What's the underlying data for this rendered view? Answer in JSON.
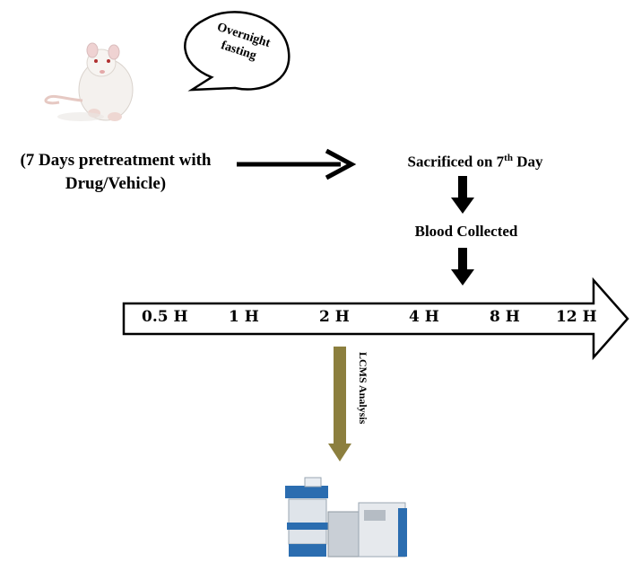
{
  "bubble": {
    "line1": "Overnight",
    "line2": "fasting"
  },
  "pretreatment": {
    "line1": "(7 Days pretreatment with",
    "line2": "Drug/Vehicle)"
  },
  "sacrificed": {
    "text": "Sacrificed on 7",
    "superscript": "th",
    "suffix": " Day"
  },
  "blood": {
    "text": "Blood Collected"
  },
  "timeline": {
    "points": [
      "0.5 H",
      "1 H",
      "2 H",
      "4 H",
      "8 H",
      "12 H"
    ]
  },
  "lcms": {
    "label": "LCMS Analysis"
  },
  "colors": {
    "arrow": "#000000",
    "lcms_arrow": "#8c7f3e",
    "instrument_blue": "#2b6db0"
  }
}
